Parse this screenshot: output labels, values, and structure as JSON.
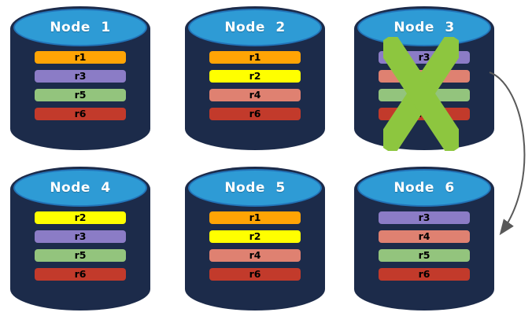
{
  "diagram": {
    "background_color": "#FFFFFF",
    "node_body_color": "#1C2B4A",
    "node_top_color": "#2E9BD5",
    "node_top_border_color": "#2273B8",
    "failure_x_color": "#8DC63F",
    "arrow_color": "#595959"
  },
  "arrow": {
    "from": "Node 3",
    "to": "Node 6"
  },
  "nodes": [
    {
      "title": "Node 1",
      "failed": false,
      "records": [
        {
          "label": "r1",
          "color": "#FFA405"
        },
        {
          "label": "r3",
          "color": "#8B7CC6"
        },
        {
          "label": "r5",
          "color": "#93C47D"
        },
        {
          "label": "r6",
          "color": "#C23A2B"
        }
      ]
    },
    {
      "title": "Node 2",
      "failed": false,
      "records": [
        {
          "label": "r1",
          "color": "#FFA405"
        },
        {
          "label": "r2",
          "color": "#FFFF00"
        },
        {
          "label": "r4",
          "color": "#DF8171"
        },
        {
          "label": "r6",
          "color": "#C23A2B"
        }
      ]
    },
    {
      "title": "Node 3",
      "failed": true,
      "records": [
        {
          "label": "r3",
          "color": "#8B7CC6"
        },
        {
          "label": "r4",
          "color": "#DF8171"
        },
        {
          "label": "r5",
          "color": "#93C47D"
        },
        {
          "label": "r6",
          "color": "#C23A2B"
        }
      ]
    },
    {
      "title": "Node 4",
      "failed": false,
      "records": [
        {
          "label": "r2",
          "color": "#FFFF00"
        },
        {
          "label": "r3",
          "color": "#8B7CC6"
        },
        {
          "label": "r5",
          "color": "#93C47D"
        },
        {
          "label": "r6",
          "color": "#C23A2B"
        }
      ]
    },
    {
      "title": "Node 5",
      "failed": false,
      "records": [
        {
          "label": "r1",
          "color": "#FFA405"
        },
        {
          "label": "r2",
          "color": "#FFFF00"
        },
        {
          "label": "r4",
          "color": "#DF8171"
        },
        {
          "label": "r6",
          "color": "#C23A2B"
        }
      ]
    },
    {
      "title": "Node 6",
      "failed": false,
      "records": [
        {
          "label": "r3",
          "color": "#8B7CC6"
        },
        {
          "label": "r4",
          "color": "#DF8171"
        },
        {
          "label": "r5",
          "color": "#93C47D"
        },
        {
          "label": "r6",
          "color": "#C23A2B"
        }
      ]
    }
  ]
}
